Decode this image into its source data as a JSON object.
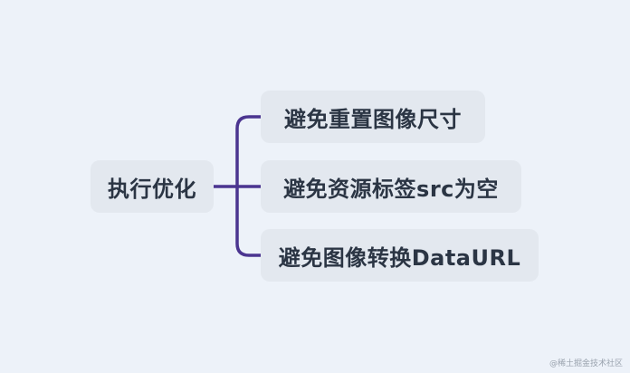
{
  "mindmap": {
    "root": {
      "label": "执行优化"
    },
    "children": [
      {
        "label": "避免重置图像尺寸"
      },
      {
        "label": "避免资源标签src为空"
      },
      {
        "label": "避免图像转换DataURL"
      }
    ]
  },
  "watermark": "@稀土掘金技术社区",
  "colors": {
    "background": "#edf2f9",
    "node_fill": "#e3e8ef",
    "node_text": "#2b3544",
    "connector": "#4b3590"
  }
}
